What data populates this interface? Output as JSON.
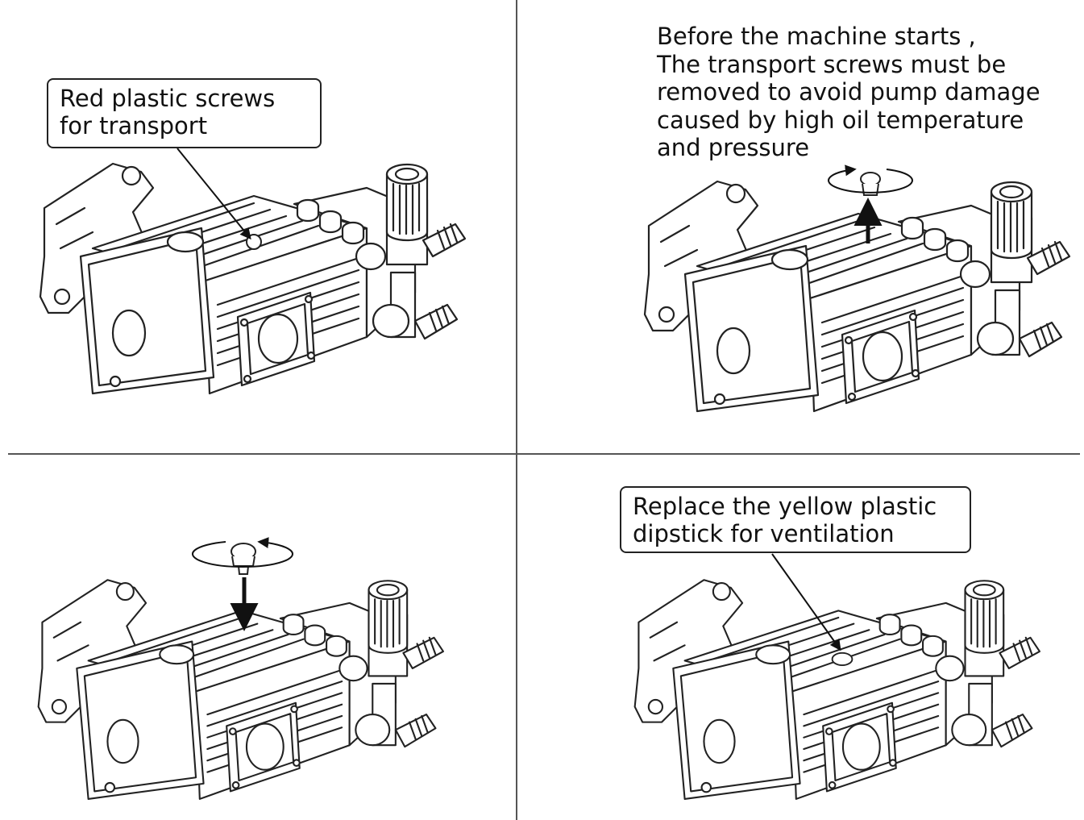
{
  "panels": {
    "top_left": {
      "callout": "Red plastic screws\n for transport"
    },
    "top_right": {
      "note": "Before the machine starts   ,\n The transport screws must be\n removed to avoid pump damage\n caused by high oil temperature\nand pressure"
    },
    "bottom_left": {},
    "bottom_right": {
      "callout": "Replace the yellow plastic\ndipstick for ventilation"
    }
  },
  "colors": {
    "line": "#222222",
    "divider": "#555555",
    "background": "#ffffff"
  }
}
